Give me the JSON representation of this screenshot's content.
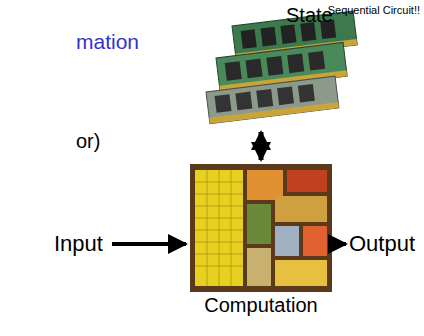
{
  "diagram": {
    "nodes": [
      {
        "text": [
          "State"
        ]
      },
      {
        "text": [
          "Computation"
        ]
      }
    ],
    "edges": [
      {
        "from": 0,
        "to": 1,
        "arrow": "both"
      }
    ],
    "labels": [
      "Sequential Circuit!!",
      "mation",
      "or)",
      "Input",
      "Output"
    ]
  }
}
